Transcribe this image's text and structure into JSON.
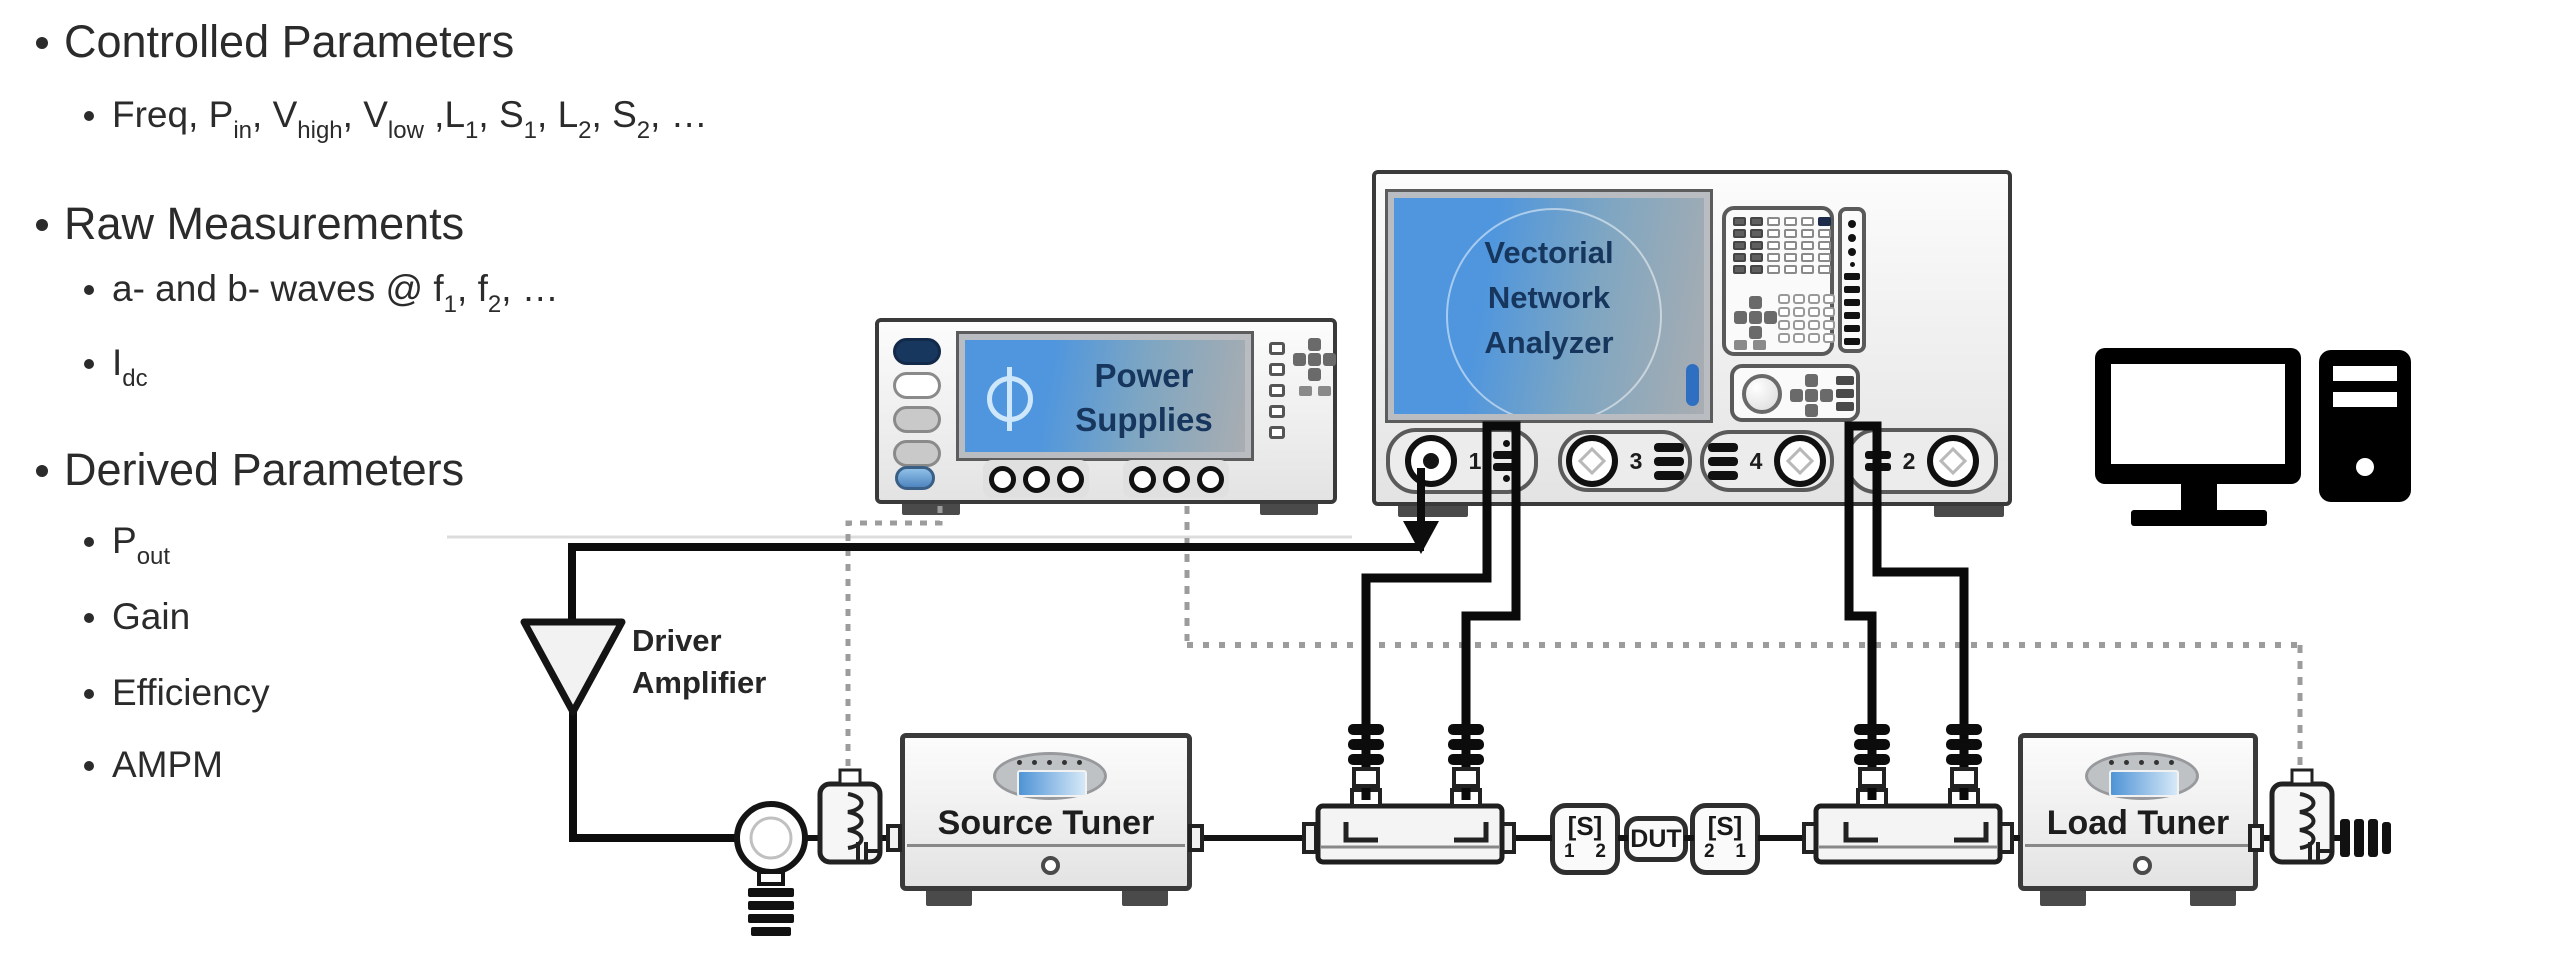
{
  "colors": {
    "screen_blue": "#4f94d8",
    "screen_text_navy": "#17365d",
    "wire_black": "#0d0d0d",
    "control_dash_gray": "#9c9c9c",
    "lcd_blue": "#5b9bd5"
  },
  "outline": {
    "controlled": {
      "title": "Controlled Parameters",
      "params_parts": [
        "Freq, P",
        "in",
        ", V",
        "high",
        ", V",
        "low",
        " ,L",
        "1",
        ", S",
        "1",
        ", L",
        "2",
        ", S",
        "2",
        ", …"
      ]
    },
    "raw": {
      "title": "Raw Measurements",
      "waves_parts": [
        "a- and b- waves @ f",
        "1",
        ", f",
        "2",
        ", …"
      ],
      "idc_parts": [
        "I",
        "dc"
      ]
    },
    "derived": {
      "title": "Derived Parameters",
      "pout_parts": [
        "P",
        "out"
      ],
      "items": [
        "Gain",
        "Efficiency",
        "AMPM"
      ]
    }
  },
  "instruments": {
    "power_supplies": {
      "screen_line1": "Power",
      "screen_line2": "Supplies"
    },
    "vna": {
      "screen_line1": "Vectorial",
      "screen_line2": "Network",
      "screen_line3": "Analyzer",
      "port1_label": "1",
      "port2_label": "2",
      "port3_label": "3",
      "port4_label": "4"
    },
    "driver_amplifier": {
      "label_line1": "Driver",
      "label_line2": "Amplifier"
    },
    "source_tuner": {
      "label": "Source Tuner"
    },
    "load_tuner": {
      "label": "Load Tuner"
    },
    "dut": {
      "label": "DUT"
    },
    "s_block_input": {
      "label": "[S]",
      "bottom_left": "1",
      "bottom_right": "2"
    },
    "s_block_output": {
      "label": "[S]",
      "bottom_left": "2",
      "bottom_right": "1"
    }
  }
}
